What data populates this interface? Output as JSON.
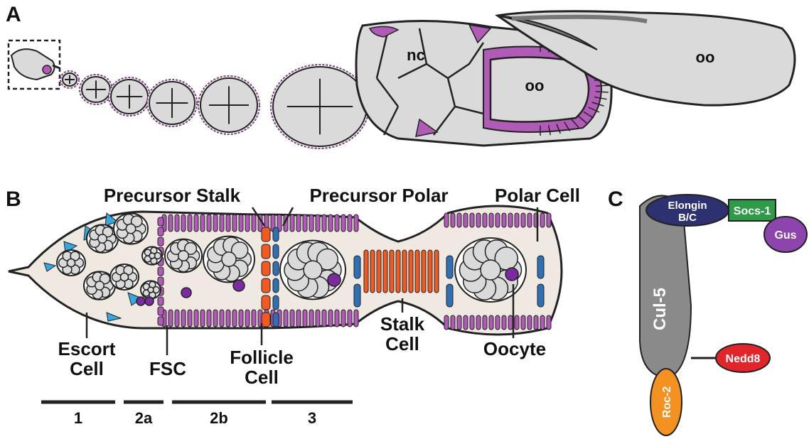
{
  "panels": {
    "a": "A",
    "b": "B",
    "c": "C"
  },
  "panel_a": {
    "nc_label": "nc",
    "oo_label_1": "oo",
    "oo_label_2": "oo"
  },
  "panel_b": {
    "labels": {
      "precursor_stalk": "Precursor Stalk",
      "precursor_polar": "Precursor Polar",
      "polar_cell": "Polar Cell",
      "escort_1": "Escort",
      "escort_2": "Cell",
      "fsc": "FSC",
      "follicle_1": "Follicle",
      "follicle_2": "Cell",
      "stalk_1": "Stalk",
      "stalk_2": "Cell",
      "oocyte": "Oocyte"
    },
    "regions": [
      "1",
      "2a",
      "2b",
      "3"
    ]
  },
  "panel_c": {
    "proteins": {
      "cul5": "Cul-5",
      "elongin_1": "Elongin",
      "elongin_2": "B/C",
      "socs1": "Socs-1",
      "gus": "Gus",
      "nedd8": "Nedd8",
      "roc2": "Roc-2"
    },
    "colors": {
      "cul5": "#8a8a8a",
      "elongin": "#2e3170",
      "socs1": "#2f9a48",
      "gus": "#8e44ad",
      "nedd8": "#e0262a",
      "roc2": "#f39221"
    }
  },
  "colors": {
    "follicle": "#b05bb5",
    "stalk": "#f25a22",
    "polar": "#2f6fb3",
    "escort": "#35a8e0",
    "germ": "#dadada",
    "outline": "#222222"
  }
}
